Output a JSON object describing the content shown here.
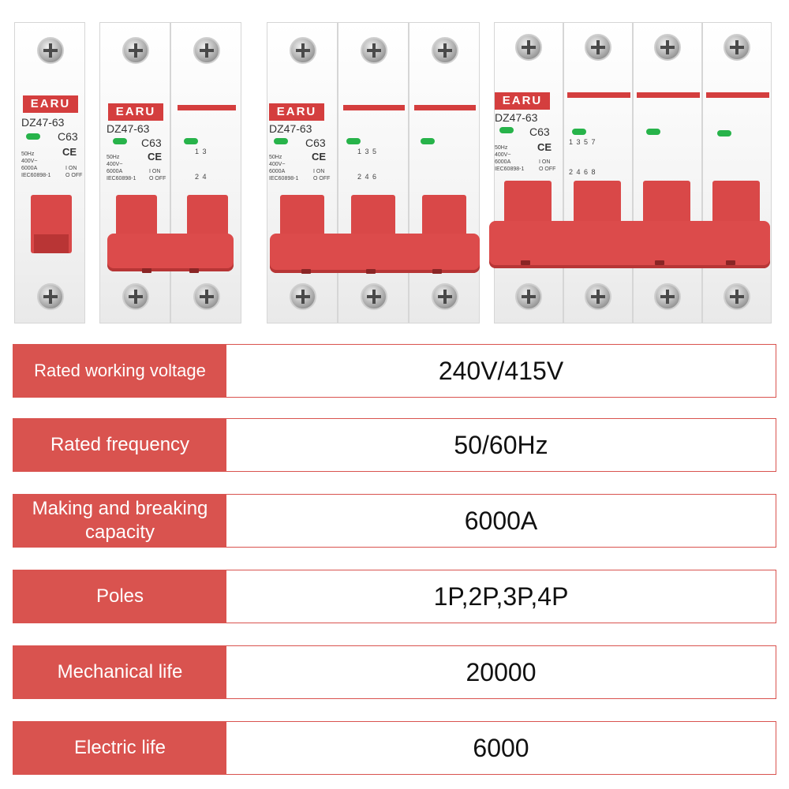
{
  "brand": {
    "logo": "EARU",
    "model": "DZ47-63",
    "rating": "C63",
    "certification": "CE"
  },
  "breaker_specs": {
    "frequency": "50Hz",
    "voltage": "400V~",
    "capacity": "6000A",
    "standard": "IEC60898-1",
    "on_label": "I ON",
    "off_label": "O OFF"
  },
  "breakers": [
    {
      "name": "1P",
      "top_terminals": "",
      "bottom_terminals": ""
    },
    {
      "name": "2P",
      "top_terminals": "1 3",
      "bottom_terminals": "2 4"
    },
    {
      "name": "3P",
      "top_terminals": "1 3 5",
      "bottom_terminals": "2 4 6"
    },
    {
      "name": "4P",
      "top_terminals": "1 3 5 7",
      "bottom_terminals": "2 4 6 8"
    }
  ],
  "spec_rows": [
    {
      "label": "Rated working voltage",
      "value": "240V/415V"
    },
    {
      "label": "Rated frequency",
      "value": "50/60Hz"
    },
    {
      "label": "Making and breaking capacity",
      "value": "6000A"
    },
    {
      "label": "Poles",
      "value": "1P,2P,3P,4P"
    },
    {
      "label": "Mechanical life",
      "value": "20000"
    },
    {
      "label": "Electric life",
      "value": "6000"
    }
  ],
  "colors": {
    "accent": "#d9534f",
    "led": "#27b34a"
  }
}
